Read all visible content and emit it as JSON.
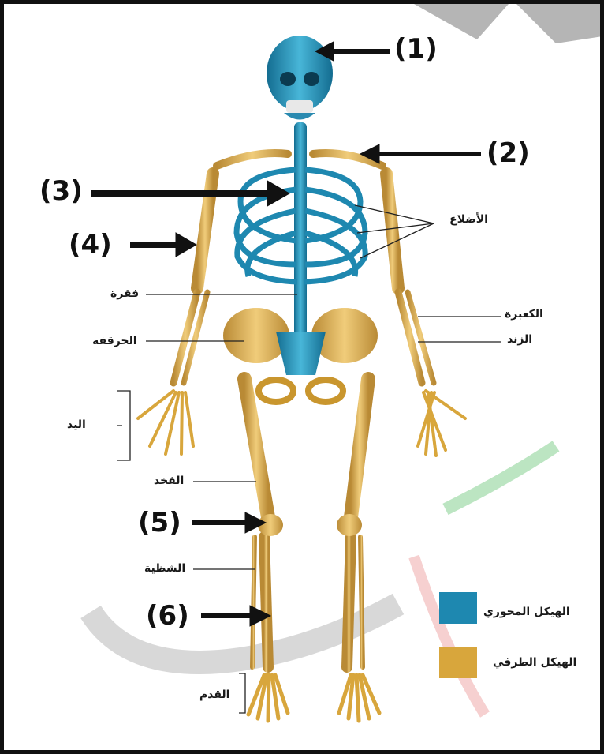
{
  "colors": {
    "axial": "#1e88b0",
    "appendicular": "#d8a63c",
    "bone": "#e0b45a",
    "bone_dark": "#a87a2a",
    "axial_dark": "#0f5f80",
    "arrow": "#111111"
  },
  "numbers": {
    "n1": "(1)",
    "n2": "(2)",
    "n3": "(3)",
    "n4": "(4)",
    "n5": "(5)",
    "n6": "(6)"
  },
  "labels": {
    "ribs": "الأضلاع",
    "vertebra": "فقرة",
    "radius": "الكعبرة",
    "ulna": "الزند",
    "pelvis": "الحرقفة",
    "hand": "اليد",
    "femur": "الفخذ",
    "fibula": "الشظية",
    "foot": "القدم"
  },
  "legend": {
    "axial": "الهيكل المحوري",
    "appendicular": "الهيكل الطرفي"
  }
}
